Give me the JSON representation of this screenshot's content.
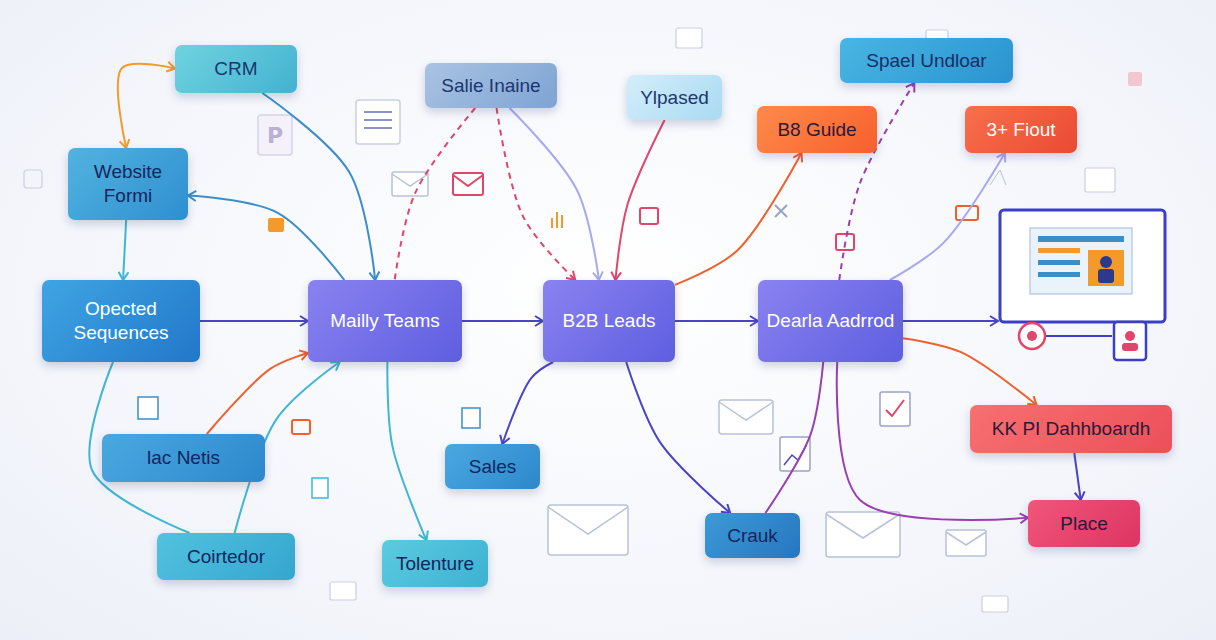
{
  "diagram": {
    "nodes": [
      {
        "text": [
          "CRM"
        ]
      },
      {
        "text": [
          "Salie Inaine"
        ]
      },
      {
        "text": [
          "Ylpased"
        ]
      },
      {
        "text": [
          "Spael Undloar"
        ]
      },
      {
        "text": [
          "B8 Guide"
        ]
      },
      {
        "text": [
          "3+ Fiout"
        ]
      },
      {
        "text": [
          "Website Formi"
        ]
      },
      {
        "text": [
          "Opected Sequences"
        ]
      },
      {
        "text": [
          "Mailly Teams"
        ]
      },
      {
        "text": [
          "B2B Leads"
        ]
      },
      {
        "text": [
          "Dearla Aadrrod"
        ]
      },
      {
        "text": [
          "lac Netis"
        ]
      },
      {
        "text": [
          "Sales"
        ]
      },
      {
        "text": [
          "Crauk"
        ]
      },
      {
        "text": [
          "KK PI Dahhboardh"
        ]
      },
      {
        "text": [
          "Coirtedor"
        ]
      },
      {
        "text": [
          "Tolenture"
        ]
      },
      {
        "text": [
          "Place"
        ]
      }
    ],
    "edges": [
      {
        "from": 0,
        "to": 6,
        "arrow": "both"
      },
      {
        "from": 6,
        "to": 7,
        "arrow": "to"
      },
      {
        "from": 7,
        "to": 8,
        "arrow": "to"
      },
      {
        "from": 8,
        "to": 9,
        "arrow": "to"
      },
      {
        "from": 9,
        "to": 10,
        "arrow": "to"
      },
      {
        "from": 0,
        "to": 8,
        "arrow": "to"
      },
      {
        "from": 8,
        "to": 6,
        "arrow": "to"
      },
      {
        "from": 1,
        "to": 9,
        "arrow": "to"
      },
      {
        "from": 1,
        "to": 9,
        "arrow": "to"
      },
      {
        "from": 1,
        "to": 8,
        "arrow": "none"
      },
      {
        "from": 2,
        "to": 9,
        "arrow": "to"
      },
      {
        "from": 9,
        "to": 4,
        "arrow": "to"
      },
      {
        "from": 10,
        "to": 3,
        "arrow": "to"
      },
      {
        "from": 10,
        "to": 5,
        "arrow": "to"
      },
      {
        "from": 10,
        "to": 14,
        "arrow": "to"
      },
      {
        "from": 14,
        "to": 17,
        "arrow": "to"
      },
      {
        "from": 10,
        "to": 17,
        "arrow": "to"
      },
      {
        "from": 9,
        "to": 12,
        "arrow": "to"
      },
      {
        "from": 9,
        "to": 13,
        "arrow": "to"
      },
      {
        "from": 10,
        "to": 13,
        "arrow": "none"
      },
      {
        "from": 7,
        "to": 15,
        "arrow": "none"
      },
      {
        "from": 11,
        "to": 8,
        "arrow": "to"
      },
      {
        "from": 15,
        "to": 8,
        "arrow": "to"
      },
      {
        "from": 8,
        "to": 16,
        "arrow": "to"
      }
    ],
    "labels": [
      "P"
    ]
  }
}
